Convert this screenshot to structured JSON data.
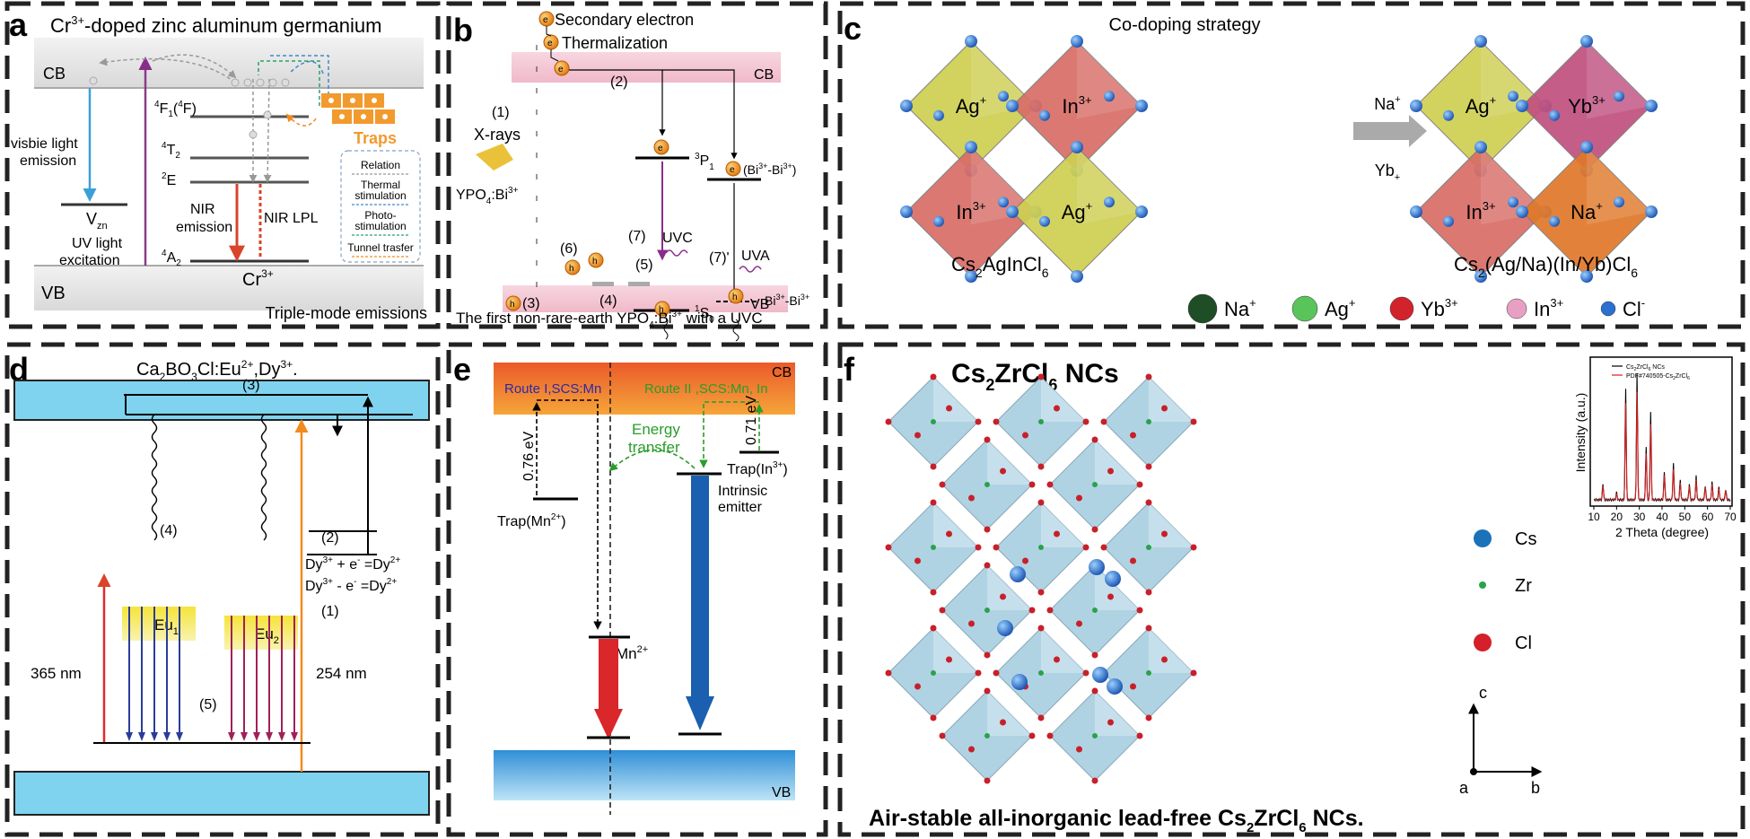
{
  "panels": {
    "a": {
      "letter": "a",
      "title_pre": "Cr",
      "title_sup": "3+",
      "title_post": "-doped zinc aluminum germanium",
      "cb": "CB",
      "vb": "VB",
      "visible_1": "visbie light",
      "visible_2": "emission",
      "vzn": "V",
      "vzn_sub": "zn",
      "uv_1": "UV light",
      "uv_2": "excitation",
      "lvl_4f1": "F",
      "lvl_4f1_tail": "(",
      "lvl_4f1_tail2": "F)",
      "lvl_4t2": "T",
      "lvl_2e": "E",
      "lvl_4a2": "A",
      "sup4": "4",
      "sup2": "2",
      "sub1": "1",
      "sub2": "2",
      "nir_1": "NIR",
      "nir_2": "emission",
      "nir_lpl": "NIR LPL",
      "cr_ion": "Cr",
      "cr_sup": "3+",
      "traps": "Traps",
      "legend": [
        "Relation",
        "Thermal stimulation",
        "Photo-stimulation",
        "Tunnel trasfer"
      ],
      "legend_split": [
        [
          "Relation"
        ],
        [
          "Thermal",
          "stimulation"
        ],
        [
          "Photo-",
          "stimulation"
        ],
        [
          "Tunnel trasfer"
        ]
      ],
      "footer": "Triple-mode emissions"
    },
    "b": {
      "letter": "b",
      "secondary": "Secondary electron",
      "thermal": "Thermalization",
      "cb": "CB",
      "vb": "VB",
      "s1": "(1)",
      "s2": "(2)",
      "s3": "(3)",
      "s4": "(4)",
      "s5": "(5)",
      "s6": "(6)",
      "s7": "(7)",
      "s7p": "(7)'",
      "xrays": "X-rays",
      "host": "YPO",
      "host_sub": "4",
      "host_tail": ":Bi",
      "host_sup": "3+",
      "p1": "P",
      "p1_sup": "3",
      "p1_sub": "1",
      "s0": "S",
      "s0_sup": "1",
      "s0_sub": "0",
      "pair": "(Bi",
      "pair_sup": "3+",
      "pair_mid": "-Bi",
      "pair_end": ")",
      "pair2": "Bi",
      "pair2_mid": "-Bi",
      "uvc": "UVC",
      "uva": "UVA",
      "e": "e",
      "h": "h",
      "footer": "The first non-rare-earth YPO",
      "footer_sub": "4",
      "footer_tail": ":Bi",
      "footer_sup": "3+",
      "footer_end": " with a UVC"
    },
    "c": {
      "letter": "c",
      "title": "Co-doping strategy",
      "ag": "Ag",
      "in": "In",
      "yb": "Yb",
      "na": "Na",
      "plus": "+",
      "three": "3+",
      "arrow_top": "Na",
      "arrow_bottom": "Yb",
      "left_name": "Cs",
      "left_name_sub": "2",
      "left_name_tail": "AgInCl",
      "left_name_sub2": "6",
      "right_name": "Cs",
      "right_name_sub": "2",
      "right_name_tail": "(Ag/Na)(In/Yb)Cl",
      "right_name_sub2": "6",
      "legend": [
        {
          "label": "Na",
          "sup": "+",
          "color": "#1f4d25"
        },
        {
          "label": "Ag",
          "sup": "+",
          "color": "#59c45a"
        },
        {
          "label": "Yb",
          "sup": "3+",
          "color": "#d2232c"
        },
        {
          "label": "In",
          "sup": "3+",
          "color": "#e7a0c4"
        },
        {
          "label": "Cl",
          "sup": "-",
          "color": "#2c6fcf"
        }
      ]
    },
    "d": {
      "letter": "d",
      "title": "Ca",
      "title_sub": "2",
      "title_mid": "BO",
      "title_sub2": "3",
      "title_tail": "Cl:Eu",
      "title_sup": "2+",
      "title_tail2": ",Dy",
      "title_sup2": "3+",
      "title_end": ".",
      "s1": "(1)",
      "s2": "(2)",
      "s3": "(3)",
      "s4": "(4)",
      "s5": "(5)",
      "eu1": "Eu",
      "eu1_sub": "1",
      "eu2": "Eu",
      "eu2_sub": "2",
      "nm365": "365 nm",
      "nm254": "254 nm",
      "eq1": "Dy",
      "eq1_sup": "3+",
      "eq1_mid": " + e",
      "eq1_sup2": "-",
      "eq1_end": " =Dy",
      "eq1_sup3": "2+",
      "eq2": "Dy",
      "eq2_sup": "3+",
      "eq2_mid": " - e",
      "eq2_sup2": "-",
      "eq2_end": " =Dy",
      "eq2_sup3": "2+"
    },
    "e": {
      "letter": "e",
      "cb": "CB",
      "vb": "VB",
      "route1": "Route I,SCS:Mn",
      "route2": "Route  II ,SCS:Mn, In",
      "ev1": "0.76 eV",
      "ev2": "0.71 eV",
      "energy_1": "Energy",
      "energy_2": "transfer",
      "trap_mn": "Trap(Mn",
      "trap_mn_sup": "2+",
      "trap_in": "Trap(In",
      "trap_in_sup": "3+",
      "close": ")",
      "mn": "Mn",
      "mn_sup": "2+",
      "intr_1": "Intrinsic",
      "intr_2": "emitter"
    },
    "f": {
      "letter": "f",
      "title": "Cs",
      "title_sub": "2",
      "title_tail": "ZrCl",
      "title_sub2": "6",
      "title_end": " NCs",
      "legend": [
        {
          "label": "Cs",
          "color": "#1c72b8"
        },
        {
          "label": "Zr",
          "color": "#2aa24a"
        },
        {
          "label": "Cl",
          "color": "#d3202a"
        }
      ],
      "axis_c": "c",
      "axis_a": "a",
      "axis_b": "b",
      "footer": "Air-stable all-inorganic lead-free Cs",
      "footer_sub": "2",
      "footer_tail": "ZrCl",
      "footer_sub2": "6",
      "footer_end": " NCs.",
      "inset_ylabel": "Intensity (a.u.)",
      "inset_xlabel": "2 Theta (degree)",
      "inset_ticks": [
        "10",
        "20",
        "30",
        "40",
        "50",
        "60",
        "70"
      ],
      "inset_legend_1": "Cs",
      "inset_legend_1_sub": "2",
      "inset_legend_1_tail": "ZrCl",
      "inset_legend_1_sub2": "6",
      "inset_legend_1_end": " NCs",
      "inset_legend_2": "PDF#740505-Cs",
      "inset_legend_2_sub": "2",
      "inset_legend_2_tail": "ZrCl",
      "inset_legend_2_sub2": "6"
    }
  },
  "colors": {
    "cb_band_d": "#7fd3ef",
    "traps": "#f29a2e",
    "orange_e": "#f28a1e",
    "route1": "#2a2aa8",
    "route2": "#2a9d2a"
  }
}
